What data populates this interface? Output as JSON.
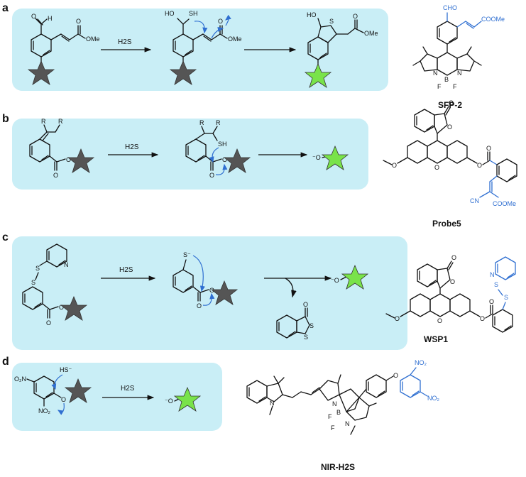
{
  "panels": [
    {
      "label": "a",
      "reagent": "H2S",
      "compound": "SFP-2",
      "texts": {
        "cho": "CHO",
        "cooMe_blue": "COOMe",
        "ome1": "OMe",
        "ome2": "OMe",
        "ome3": "OMe",
        "o1": "O",
        "o2": "O",
        "o3": "O",
        "h1": "H",
        "ho1": "HO",
        "sh1": "SH",
        "ho2": "HO",
        "s1": "S",
        "n1": "N",
        "n2": "N",
        "b": "B",
        "f1": "F",
        "f2": "F"
      }
    },
    {
      "label": "b",
      "reagent": "H2S",
      "compound": "Probe5",
      "texts": {
        "r1": "R",
        "r2": "R",
        "r3": "R",
        "r4": "R",
        "o1": "O",
        "o2": "O",
        "o3": "O",
        "o4": "O",
        "sh": "SH",
        "ominus": "⁻O",
        "o_top": "O",
        "o_lac": "O",
        "o_xan": "O",
        "o_me": "O",
        "o_est": "O",
        "o_est2": "O",
        "cn": "CN",
        "cooMe": "COOMe"
      }
    },
    {
      "label": "c",
      "reagent": "H2S",
      "compound": "WSP1",
      "texts": {
        "s1": "S",
        "s2": "S",
        "n1": "N",
        "o1": "O",
        "o2": "O",
        "sminus": "S⁻",
        "o3": "O",
        "o4": "O",
        "ominus": "⁻O",
        "o_bt": "O",
        "s_bt1": "S",
        "s_bt2": "S",
        "o_top": "O",
        "o_lac": "O",
        "o_xan": "O",
        "o_me": "O",
        "o_est": "O",
        "o_est2": "O",
        "n_py": "N",
        "s_a": "S",
        "s_b": "S"
      }
    },
    {
      "label": "d",
      "reagent": "H2S",
      "compound": "NIR-H2S",
      "texts": {
        "o2n_a": "O₂N",
        "no2_a": "NO₂",
        "hs": "HS⁻",
        "o_a": "O",
        "ominus": "⁻O",
        "n_ind": "N",
        "n1": "N",
        "n2": "N",
        "b": "B",
        "f1": "F",
        "f2": "F",
        "o_link": "O",
        "no2_top": "NO₂",
        "no2_bot": "NO₂"
      }
    }
  ]
}
